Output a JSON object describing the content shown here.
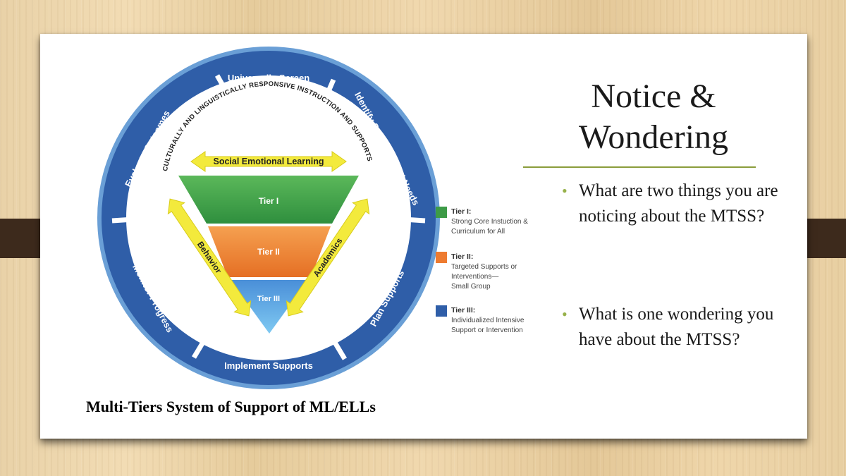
{
  "slide": {
    "title_line1": "Notice &",
    "title_line2": "Wondering",
    "bullets": [
      "What are two things you are noticing about the MTSS?",
      "What is one wondering you have about the MTSS?"
    ],
    "caption": "Multi-Tiers System of Support of ML/ELLs"
  },
  "diagram": {
    "cycle": [
      "Universally Screen",
      "Identify Strengths and Needs",
      "Plan Supports",
      "Implement Supports",
      "Monitor Progress",
      "Evaluate Outcomes"
    ],
    "arc_text": "CULTURALLY AND LINGUISTICALLY RESPONSIVE INSTRUCTION AND SUPPORTS",
    "sel": "Social Emotional Learning",
    "behavior": "Behavior",
    "academics": "Academics",
    "tiers": [
      "Tier I",
      "Tier II",
      "Tier III"
    ],
    "legend": [
      {
        "head": "Tier I:",
        "line1": "Strong Core Instuction &",
        "line2": "Curriculum for All",
        "line3": "",
        "color": "#3d9b47"
      },
      {
        "head": "Tier II:",
        "line1": "Targeted Supports or",
        "line2": "Interventions—",
        "line3": "Small Group",
        "color": "#ee7b30"
      },
      {
        "head": "Tier III:",
        "line1": "Individualized Intensive",
        "line2": "Support or Intervention",
        "line3": "",
        "color": "#2f5ea8"
      }
    ]
  },
  "colors": {
    "ring_dark": "#2f5ea8",
    "ring_light": "#6a9fd6",
    "tier1": "#49a84e",
    "tier2": "#ef8a3a",
    "tier3": "#4a9ee0",
    "arrow_yellow": "#f3ea3c",
    "bullet_green": "#97b14a"
  }
}
